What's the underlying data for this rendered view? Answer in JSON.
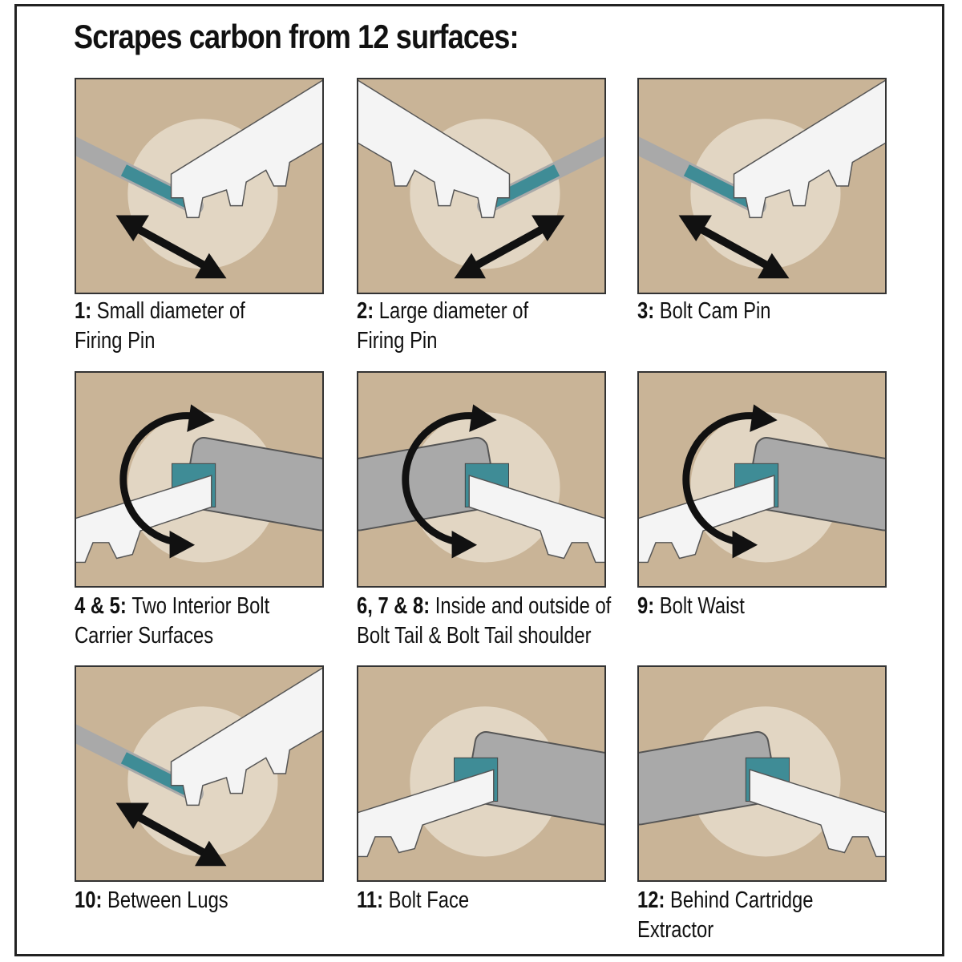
{
  "title": "Scrapes carbon from 12 surfaces:",
  "colors": {
    "background": "#c9b497",
    "highlight": "#e2d6c3",
    "tool": "#f4f4f4",
    "accent": "#3f8c96",
    "metal": "#a9a9a9",
    "arrow": "#111111"
  },
  "panels": [
    {
      "num": "1:",
      "text": "Small diameter of Firing Pin",
      "line1": "Small diameter of",
      "line2": "Firing Pin",
      "arrow": "double-straight"
    },
    {
      "num": "2:",
      "text": "Large diameter of Firing Pin",
      "line1": "Large diameter of",
      "line2": "Firing Pin",
      "arrow": "double-straight"
    },
    {
      "num": "3:",
      "text": "Bolt Cam Pin",
      "line1": "Bolt Cam Pin",
      "line2": "",
      "arrow": "double-straight"
    },
    {
      "num": "4 & 5:",
      "text": "Two Interior Bolt Carrier Surfaces",
      "line1": "Two Interior Bolt",
      "line2": "Carrier Surfaces",
      "arrow": "rotate"
    },
    {
      "num": "6, 7 & 8:",
      "text": "Inside and outside of Bolt Tail & Bolt Tail shoulder",
      "line1": "Inside and outside of",
      "line2": "Bolt Tail & Bolt Tail shoulder",
      "arrow": "rotate"
    },
    {
      "num": "9:",
      "text": "Bolt Waist",
      "line1": "Bolt Waist",
      "line2": "",
      "arrow": "rotate"
    },
    {
      "num": "10:",
      "text": "Between Lugs",
      "line1": "Between Lugs",
      "line2": "",
      "arrow": "double-straight"
    },
    {
      "num": "11:",
      "text": "Bolt Face",
      "line1": "Bolt Face",
      "line2": "",
      "arrow": "none"
    },
    {
      "num": "12:",
      "text": "Behind Cartridge Extractor",
      "line1": "Behind Cartridge",
      "line2": "Extractor",
      "arrow": "none"
    }
  ]
}
